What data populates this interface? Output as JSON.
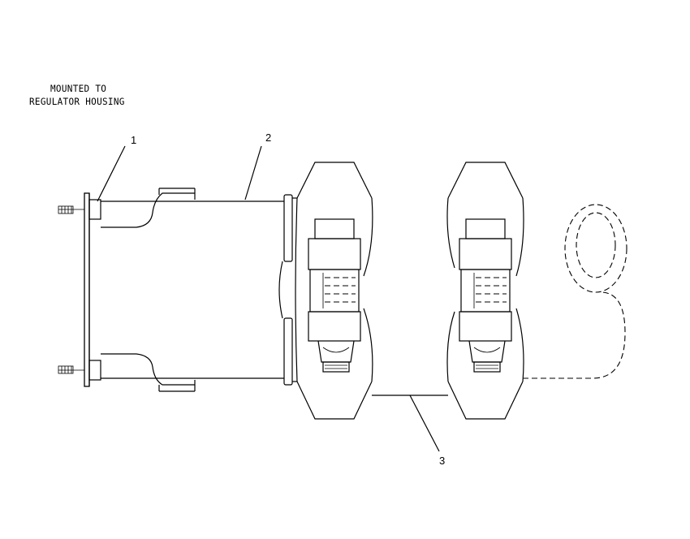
{
  "note": {
    "line1": "MOUNTED TO",
    "line2": "REGULATOR HOUSING"
  },
  "callouts": {
    "c1": "1",
    "c2": "2",
    "c3": "3"
  }
}
